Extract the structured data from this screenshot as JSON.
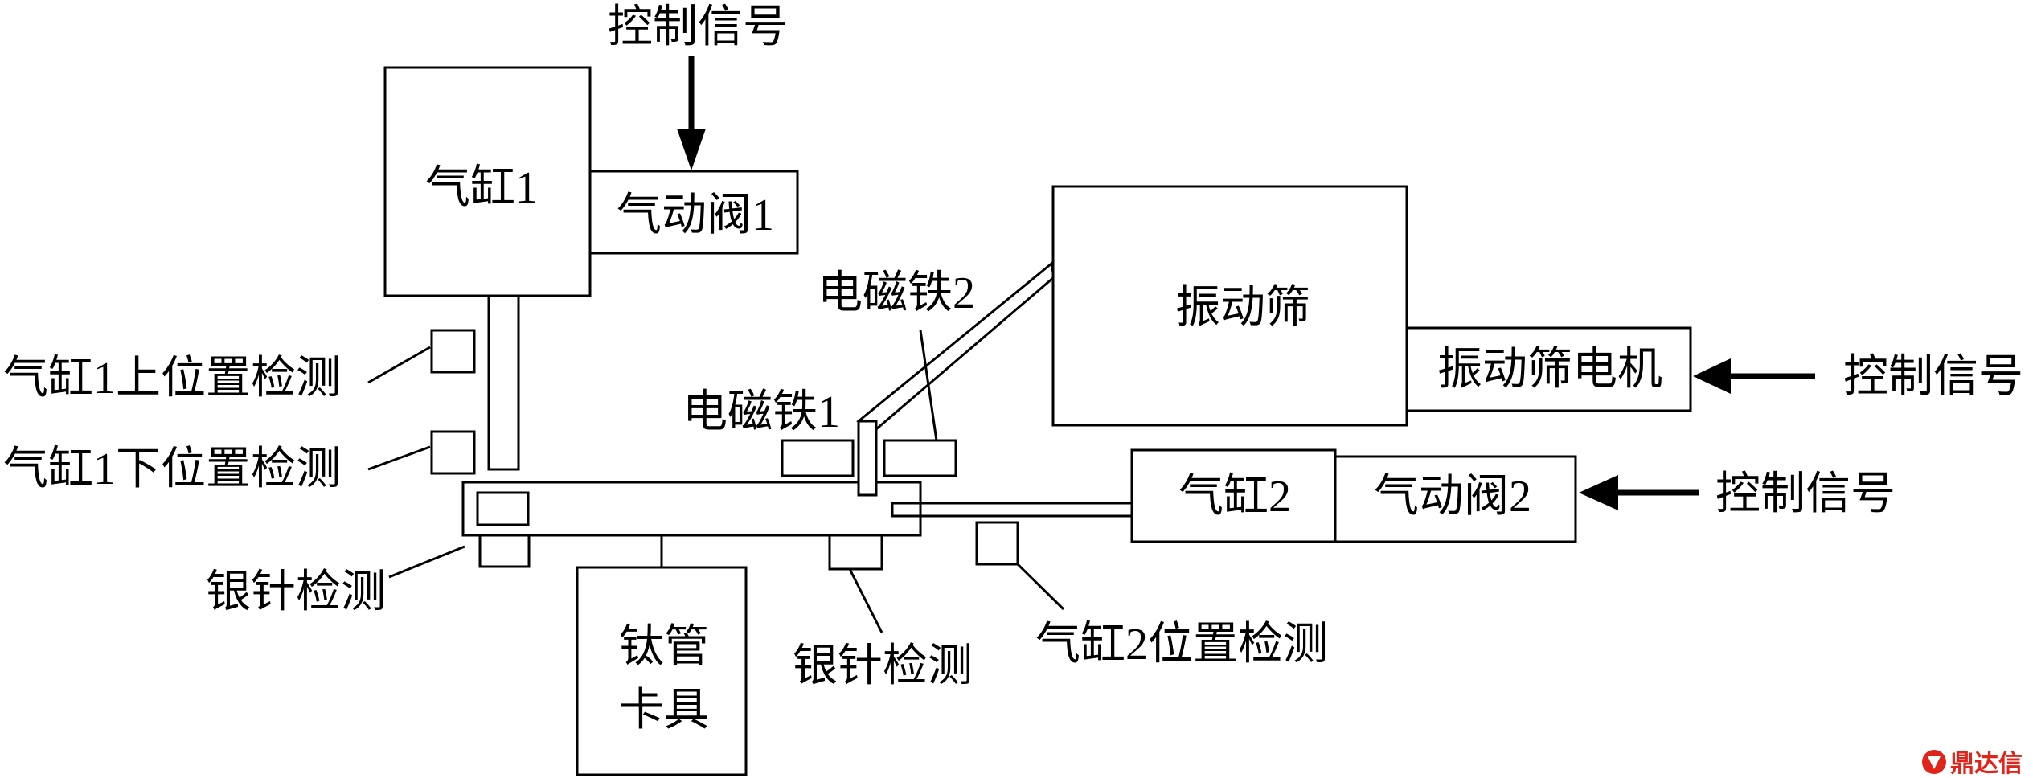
{
  "labels": {
    "control_signal_valve1": "控制信号",
    "cylinder1": "气缸1",
    "valve1": "气动阀1",
    "cylinder1_upper_position_sensor": "气缸1上位置检测",
    "cylinder1_lower_position_sensor": "气缸1下位置检测",
    "silver_needle_sensor_left": "银针检测",
    "titanium_tube_fixture": [
      "钛管",
      "卡具"
    ],
    "silver_needle_sensor_right": "银针检测",
    "electromagnet1": "电磁铁1",
    "electromagnet2": "电磁铁2",
    "vibrating_screen": "振动筛",
    "vibrating_screen_motor": "振动筛电机",
    "control_signal_motor": "控制信号",
    "cylinder2": "气缸2",
    "valve2": "气动阀2",
    "control_signal_valve2": "控制信号",
    "cylinder2_position_sensor": "气缸2位置检测"
  },
  "watermark": {
    "text": "鼎达信",
    "logo": "watermark-logo-icon"
  },
  "colors": {
    "line": "#000000",
    "background": "#ffffff",
    "watermark": "#e2231a"
  }
}
